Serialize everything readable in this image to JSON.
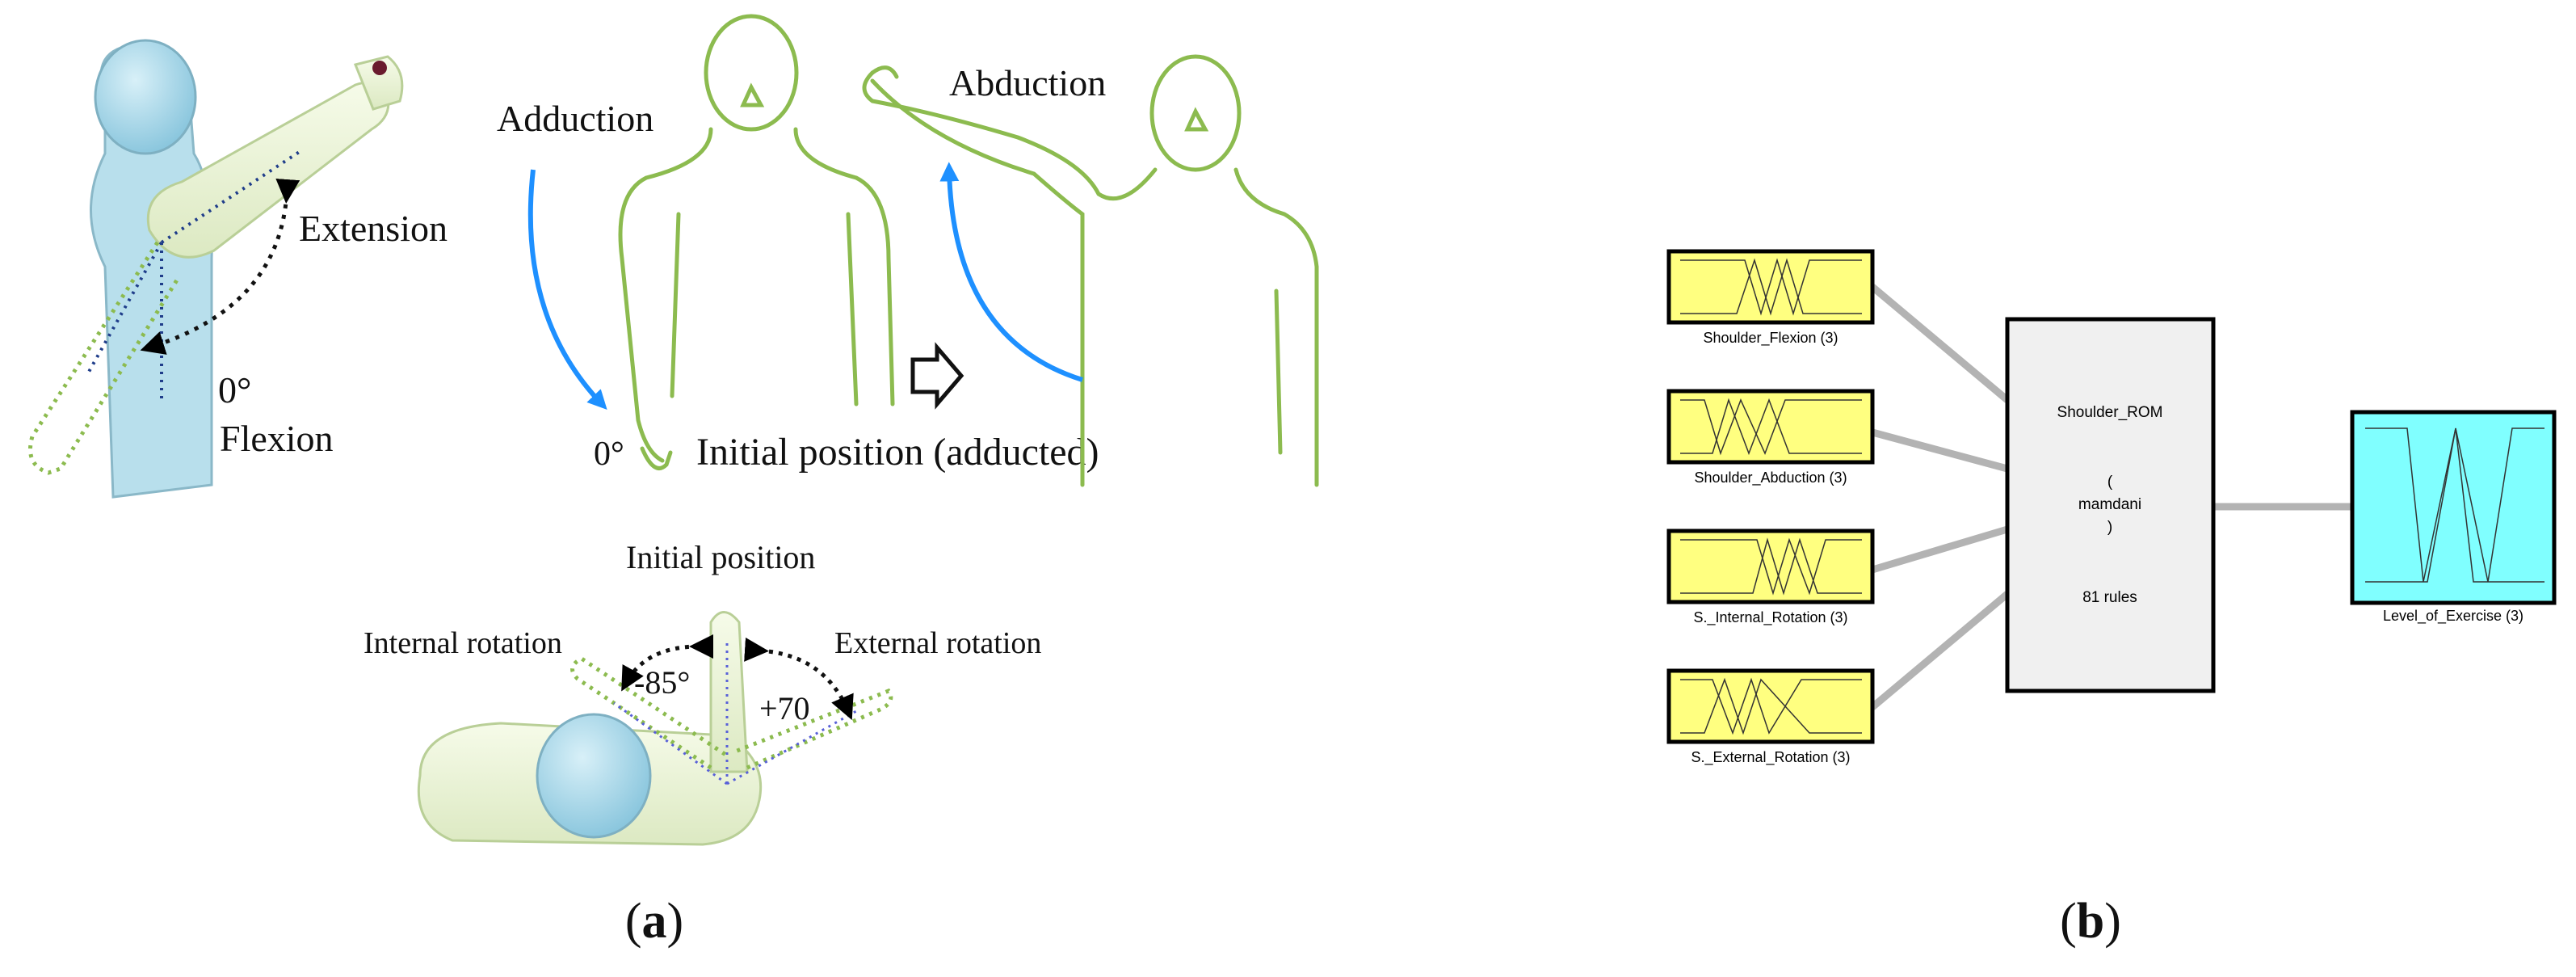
{
  "panel_a": {
    "labels": {
      "extension": "Extension",
      "zero_deg_flexion": "0°",
      "flexion": "Flexion",
      "adduction": "Adduction",
      "abduction": "Abduction",
      "zero_deg_initial": "0°",
      "initial_position_adducted": "Initial position (adducted)",
      "initial_position": "Initial position",
      "internal_rotation": "Internal rotation",
      "external_rotation": "External rotation",
      "minus_85": "-85°",
      "plus_70": "+70"
    },
    "caption": {
      "open": "(",
      "letter": "a",
      "close": ")"
    }
  },
  "panel_b": {
    "inputs": [
      {
        "label": "Shoulder_Flexion (3)"
      },
      {
        "label": "Shoulder_Abduction (3)"
      },
      {
        "label": "S._Internal_Rotation (3)"
      },
      {
        "label": "S._External_Rotation (3)"
      }
    ],
    "system": {
      "name": "Shoulder_ROM",
      "paren_open": "(",
      "method": "mamdani",
      "paren_close": ")",
      "rules": "81 rules"
    },
    "output": {
      "label": "Level_of_Exercise (3)"
    },
    "caption": {
      "open": "(",
      "letter": "b",
      "close": ")"
    },
    "colors": {
      "input_fill": "#ffff80",
      "output_fill": "#80ffff",
      "system_fill": "#f0f0f0"
    }
  },
  "colors": {
    "figure_green": "#8cbb4f",
    "arrow_blue": "#1e90ff",
    "body_blue": "#a8d8e8"
  }
}
